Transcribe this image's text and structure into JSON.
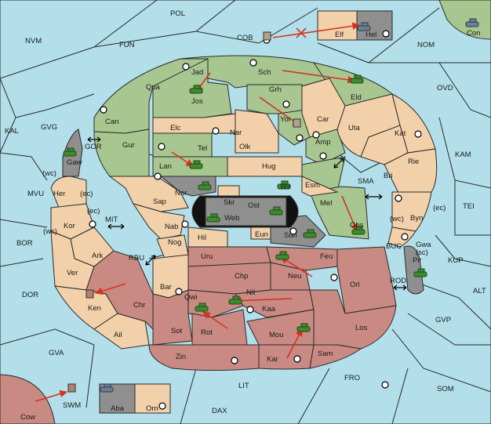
{
  "colors": {
    "sea": "#b2dfea",
    "green": "#a8c690",
    "tan": "#f2d1aa",
    "red": "#c98a83",
    "gray": "#8f8f8f",
    "order_arrow": "#d6321f",
    "unit_green": "#3f8a2f"
  },
  "sea_labels": {
    "pol": "POL",
    "nvm": "NVM",
    "fun": "FUN",
    "cob": "COB",
    "nom": "NOM",
    "ovd": "OVD",
    "kal": "KAL",
    "gvg": "GVG",
    "gor": "GOR",
    "kam": "KAM",
    "sma": "SMA",
    "mvu": "MVU",
    "tei": "TEI",
    "mit": "MIT",
    "bor": "BOR",
    "rbu": "RBU",
    "buc": "BUC",
    "kup": "KUP",
    "rod": "ROD",
    "dor": "DOR",
    "alt": "ALT",
    "gvp": "GVP",
    "gva": "GVA",
    "fro": "FRO",
    "som": "SOM",
    "lit": "LIT",
    "swm": "SWM",
    "dax": "DAX"
  },
  "land_labels": {
    "elf": "Elf",
    "hel": "Hel",
    "con": "Con",
    "jad": "Jad",
    "sch": "Sch",
    "qua": "Qua",
    "jos": "Jos",
    "grh": "Grh",
    "eld": "Eld",
    "can": "Can",
    "yor": "Yor",
    "car": "Car",
    "elc": "Elc",
    "nar": "Nar",
    "uta": "Uta",
    "kat": "Kat",
    "amp": "Amp",
    "gaw": "Gaw",
    "tel": "Tel",
    "olk": "Olk",
    "gur": "Gur",
    "lan": "Lan",
    "hug": "Hug",
    "rie": "Rie",
    "bri": "Bri",
    "wil": "Wil",
    "esm": "Esm",
    "nor": "Nor",
    "skr": "Skr",
    "her": "Her",
    "ost": "Ost",
    "mel": "Mel",
    "web": "Web",
    "sap": "Sap",
    "byn": "Byn",
    "kor": "Kor",
    "obs": "Obs",
    "nab": "Nab",
    "eun": "Eun",
    "hil": "Hil",
    "sun": "Sun",
    "gwa": "Gwa",
    "ark": "Ark",
    "nog": "Nog",
    "uru": "Uru",
    "feu": "Feu",
    "pir": "Pir",
    "chp": "Chp",
    "neu": "Neu",
    "ver": "Ver",
    "orl": "Orl",
    "bar": "Bar",
    "qwi": "Qwi",
    "nil": "Nil",
    "ken": "Ken",
    "chr": "Chr",
    "kaa": "Kaa",
    "sot": "Sot",
    "rot": "Rot",
    "los": "Los",
    "ail": "Ail",
    "mou": "Mou",
    "sam": "Sam",
    "zin": "Zin",
    "kar": "Kar",
    "cow": "Cow",
    "aba": "Aba",
    "orn": "Orn"
  },
  "coast_labels": {
    "wc1": "(wc)",
    "ec1": "(ec)",
    "ec2": "(ec)",
    "wc2": "(wc)",
    "wc3": "(wc)",
    "ec3": "(ec)",
    "sc1": "(sc)"
  }
}
